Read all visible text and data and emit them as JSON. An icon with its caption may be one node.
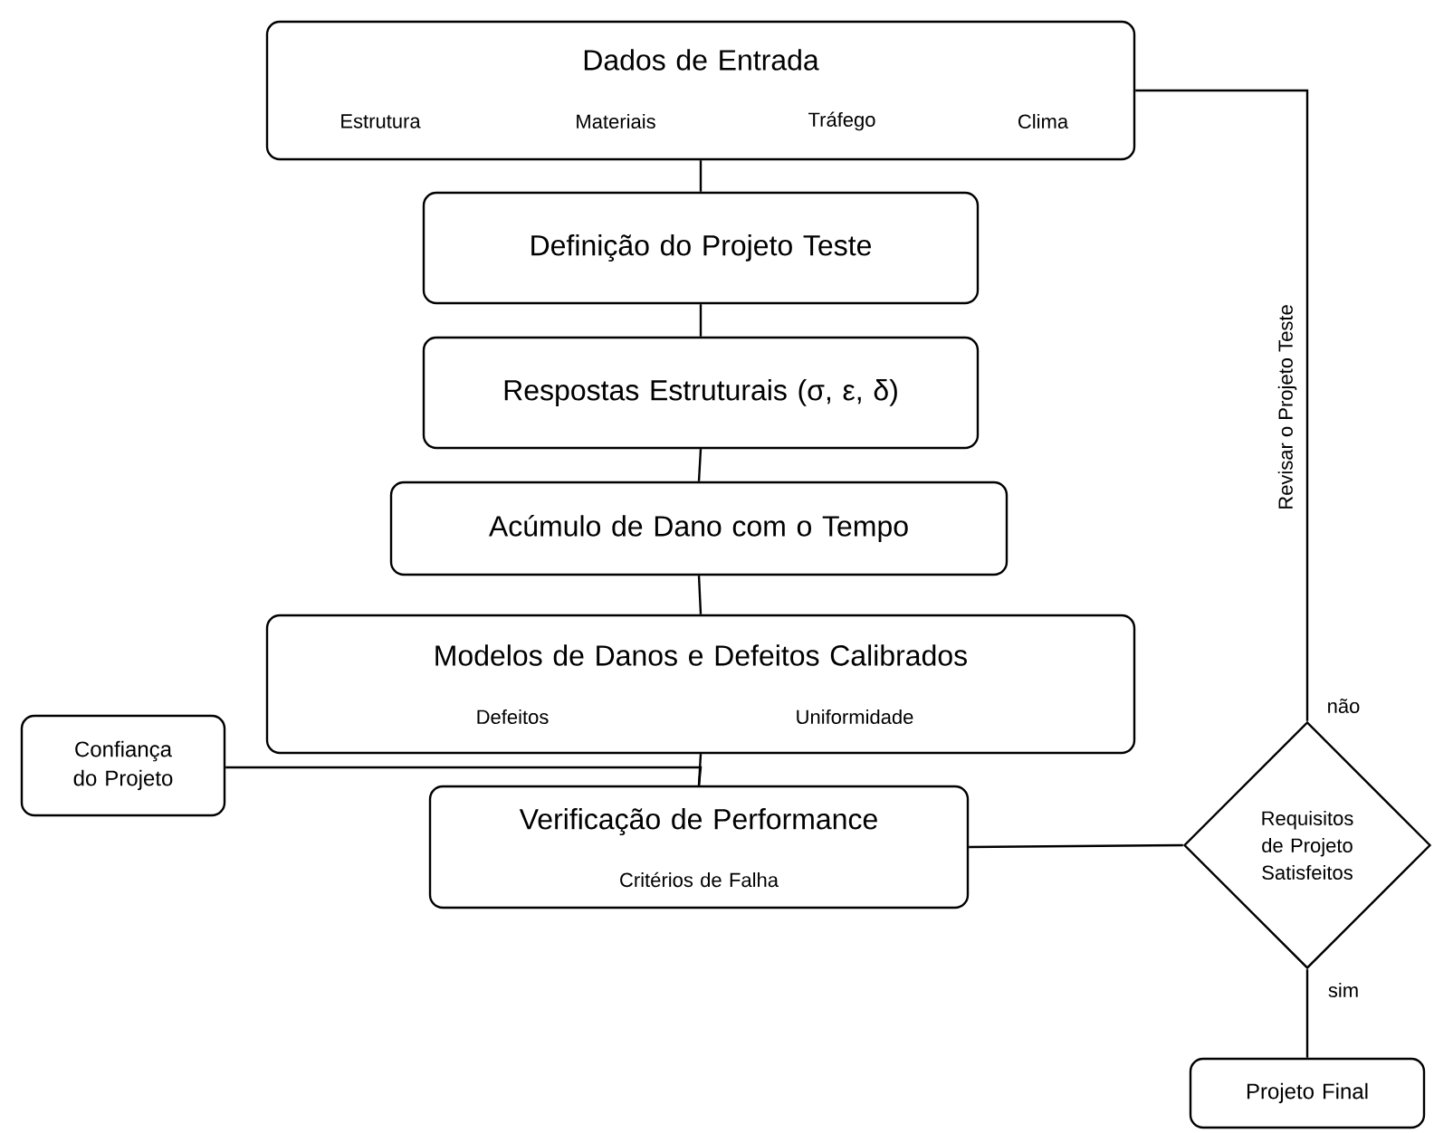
{
  "diagram": {
    "nodes": [
      {
        "text": [
          "Dados de Entrada",
          "Estrutura",
          "Materiais",
          "Tráfego",
          "Clima"
        ]
      },
      {
        "text": [
          "Definição do Projeto Teste"
        ]
      },
      {
        "text": [
          "Respostas Estruturais (σ, ε, δ)"
        ]
      },
      {
        "text": [
          "Acúmulo de Dano com o Tempo"
        ]
      },
      {
        "text": [
          "Modelos de Danos e Defeitos Calibrados",
          "Defeitos",
          "Uniformidade"
        ]
      },
      {
        "text": [
          "Confiança do Projeto"
        ]
      },
      {
        "text": [
          "Verificação de Performance",
          "Critérios de Falha"
        ]
      },
      {
        "text": [
          "Requisitos de Projeto Satisfeitos"
        ]
      },
      {
        "text": [
          "Projeto Final"
        ]
      }
    ],
    "edges": [
      {
        "from": 0,
        "to": 1,
        "arrow": "none"
      },
      {
        "from": 1,
        "to": 2,
        "arrow": "none"
      },
      {
        "from": 2,
        "to": 3,
        "arrow": "none"
      },
      {
        "from": 3,
        "to": 4,
        "arrow": "none"
      },
      {
        "from": 4,
        "to": 6,
        "arrow": "none"
      },
      {
        "from": 5,
        "to": 6,
        "arrow": "none"
      },
      {
        "from": 6,
        "to": 7,
        "arrow": "none"
      },
      {
        "from": 7,
        "to": 0,
        "arrow": "none",
        "label": "Revisar o Projeto Teste"
      },
      {
        "from": 7,
        "to": 8,
        "arrow": "none",
        "label": "sim"
      }
    ],
    "labels": [
      "não"
    ]
  }
}
